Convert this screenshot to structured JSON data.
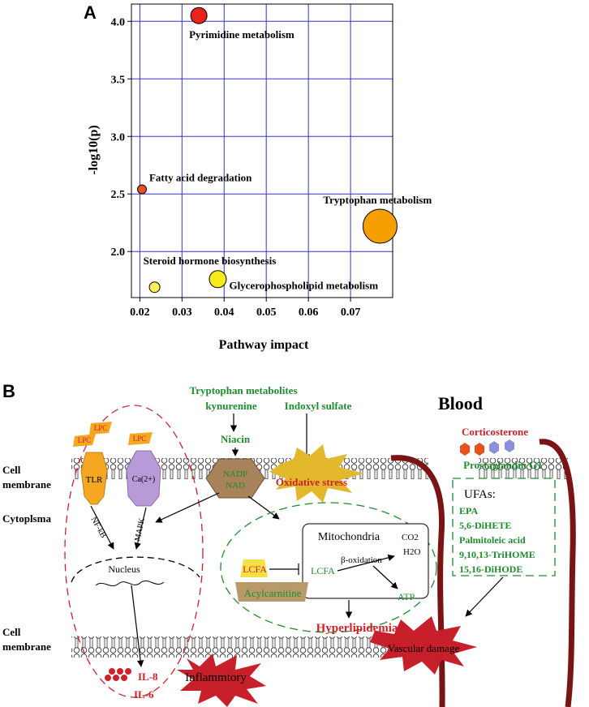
{
  "panel_a": {
    "label": "A",
    "chart_data": {
      "type": "scatter",
      "title": "",
      "xlabel": "Pathway impact",
      "ylabel": "-log10(p)",
      "xlim": [
        0.018,
        0.08
      ],
      "ylim": [
        1.6,
        4.15
      ],
      "xticks": [
        "0.02",
        "0.03",
        "0.04",
        "0.05",
        "0.06",
        "0.07"
      ],
      "yticks": [
        "2.0",
        "2.5",
        "3.0",
        "3.5",
        "4.0"
      ],
      "xtick_values": [
        0.02,
        0.03,
        0.04,
        0.05,
        0.06,
        0.07
      ],
      "ytick_values": [
        2.0,
        2.5,
        3.0,
        3.5,
        4.0
      ],
      "grid": true,
      "grid_color": "#3333cc",
      "points": [
        {
          "label": "Pyrimidine metabolism",
          "x": 0.034,
          "y": 4.05,
          "size": 1.0,
          "color": "#e8231c"
        },
        {
          "label": "Fatty acid degradation",
          "x": 0.0205,
          "y": 2.54,
          "size": 0.55,
          "color": "#e8501c"
        },
        {
          "label": "Tryptophan metabolism",
          "x": 0.077,
          "y": 2.22,
          "size": 2.1,
          "color": "#f5a000"
        },
        {
          "label": "Steroid hormone biosynthesis",
          "x": 0.0235,
          "y": 1.69,
          "size": 0.65,
          "color": "#fbf05a"
        },
        {
          "label": "Glycerophospholipid metabolism",
          "x": 0.0385,
          "y": 1.76,
          "size": 1.05,
          "color": "#f7ec1a"
        }
      ]
    }
  },
  "panel_b": {
    "label": "B",
    "blood": "Blood",
    "cell_membrane_top": [
      "Cell",
      "membrane"
    ],
    "cytoplasm": "Cytoplsma",
    "cell_membrane_bottom": [
      "Cell",
      "membrane"
    ],
    "tryptophan_metabolites": "Tryptophan metabolites",
    "kynurenine": "kynurenine",
    "indoxyl_sulfate": "Indoxyl sulfate",
    "niacin": "Niacin",
    "nadp": "NADP",
    "nad": "NAD",
    "oxidative_stress": "Oxidative stress",
    "lpc": "LPC",
    "tlr": "TLR",
    "ca": "Ca(2+)",
    "nfkb": "NF-kB",
    "mapk": "MAPK",
    "nucleus": "Nucleus",
    "il8": "IL-8",
    "il6": "IL-6",
    "inflammtory": "Inflammtory",
    "mitochondria": "Mitochondria",
    "co2": "CO2",
    "h2o": "H2O",
    "lcfa": "LCFA",
    "beta_oxidation": "β-oxidation",
    "atp": "ATP",
    "acylcarnitine": "Acylcarnitine",
    "hyperlipidemia": "Hyperlipidemia",
    "corticosterone": "Corticosterone",
    "prostaglandin": "Prostaglandin G1",
    "ufas_title": "UFAs:",
    "ufas": [
      "EPA",
      "5,6-DiHETE",
      "Palmitoleic acid",
      "9,10,13-TriHOME",
      "15,16-DiHODE"
    ],
    "vascular_damage": "Vascular damage",
    "colors": {
      "green": "#1e8c2e",
      "red": "#d0202a",
      "dark_red": "#7a1414",
      "orange": "#f5a623"
    }
  }
}
